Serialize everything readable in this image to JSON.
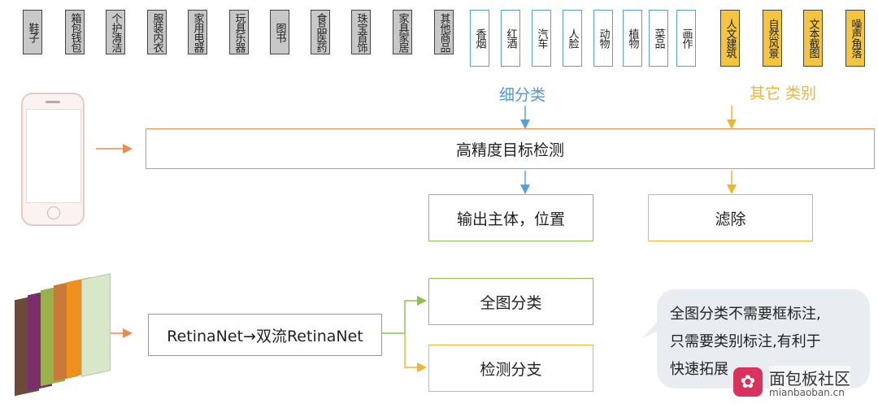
{
  "gray_tags": [
    "鞋子",
    "箱包钱包",
    "个护清洁",
    "服装内衣",
    "家用电器",
    "玩具乐器",
    "图书",
    "食品医药",
    "珠宝首饰",
    "家具家居",
    "其他商品"
  ],
  "blue_tags": [
    "香烟",
    "红酒",
    "汽车",
    "人脸",
    "动物",
    "植物",
    "菜品",
    "画作"
  ],
  "yellow_tags": [
    "人文建筑",
    "自然风景",
    "文本截图",
    "噪声角落"
  ],
  "labels": {
    "fine": "细分类",
    "other": "其它 类别"
  },
  "boxes": {
    "detection": "高精度目标检测",
    "output": "输出主体，位置",
    "filter": "滤除",
    "retina": "RetinaNet→双流RetinaNet",
    "full_class": "全图分类",
    "det_branch": "检测分支"
  },
  "note": {
    "lines": [
      "全图分类不需要框标注,",
      "只需要类别标注,有利于",
      "快速拓展"
    ]
  },
  "watermark": {
    "cn": "面包板社区",
    "url": "mianbaoban.cn"
  },
  "colors": {
    "orange": "#f08a4b",
    "blue": "#5aa0d8",
    "yellow": "#f2b531",
    "green": "#8cc152",
    "gray": "#c8c8c8"
  }
}
